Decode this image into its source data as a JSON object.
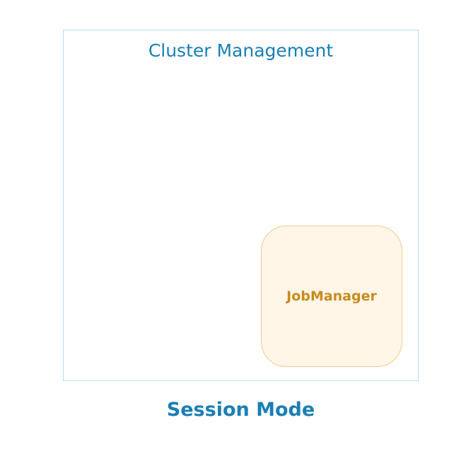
{
  "diagram": {
    "cluster": {
      "title": "Cluster Management"
    },
    "jobmanager": {
      "label": "JobManager"
    },
    "caption": "Session Mode"
  },
  "colors": {
    "cluster_border": "#b9dcf2",
    "title_blue": "#1a7fb4",
    "jobmanager_border": "#f3c98a",
    "jobmanager_fill": "#fff6e8",
    "jobmanager_text": "#c98b1e"
  }
}
